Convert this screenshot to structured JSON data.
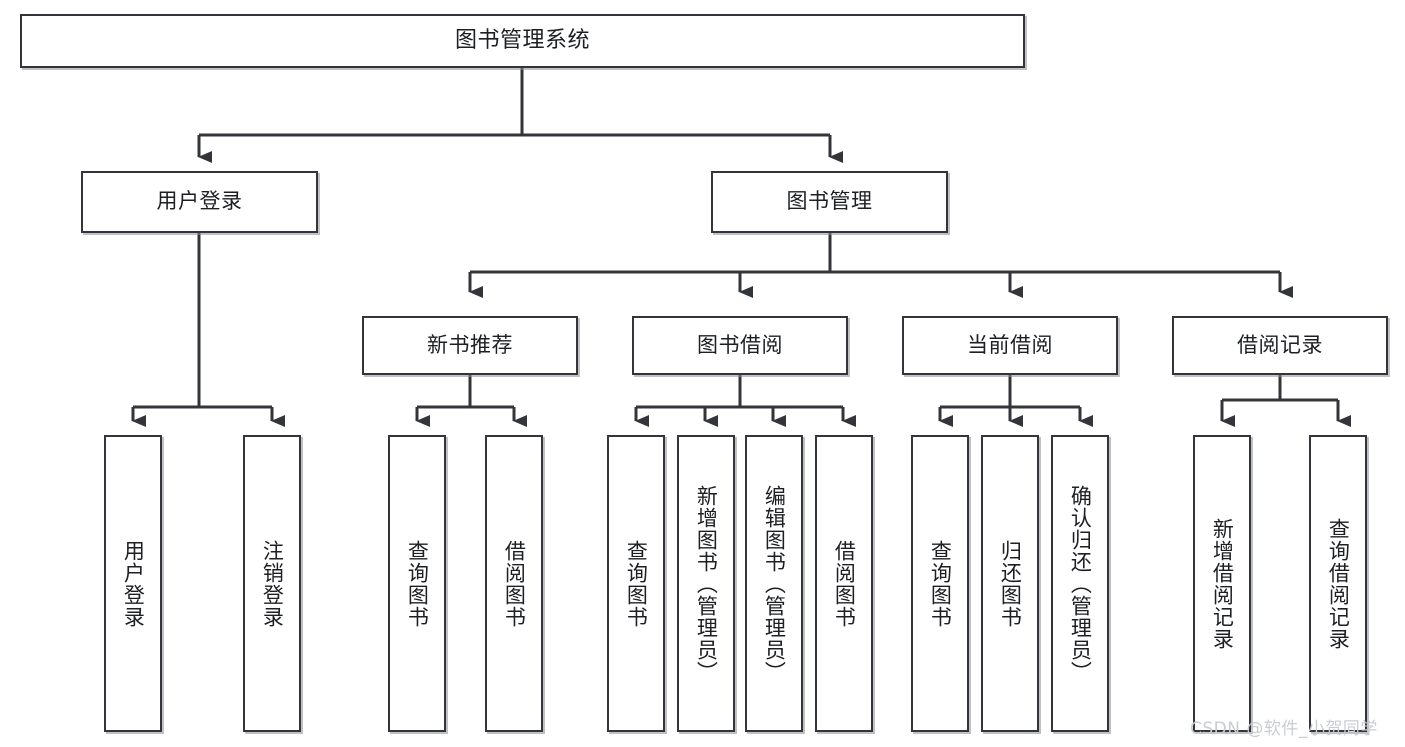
{
  "diagram": {
    "title": "图书管理系统",
    "watermark": "CSDN @软件_小贺同学",
    "colors": {
      "box_border": "#33353a",
      "box_fill": "#ffffff",
      "connector": "#33353a",
      "text": "#1d1f23",
      "watermark": "#c9ccd1",
      "background": "#ffffff"
    },
    "nodes": {
      "root": {
        "label": "图书管理系统",
        "level": 0,
        "orientation": "horizontal"
      },
      "level2": [
        {
          "id": "user-login",
          "label": "用户登录",
          "orientation": "horizontal"
        },
        {
          "id": "book-manage",
          "label": "图书管理",
          "orientation": "horizontal"
        }
      ],
      "level3": [
        {
          "id": "new-book-recommend",
          "label": "新书推荐",
          "orientation": "horizontal"
        },
        {
          "id": "book-borrow",
          "label": "图书借阅",
          "orientation": "horizontal"
        },
        {
          "id": "current-borrow",
          "label": "当前借阅",
          "orientation": "horizontal"
        },
        {
          "id": "borrow-record",
          "label": "借阅记录",
          "orientation": "horizontal"
        }
      ],
      "leaves": {
        "user_login": [
          {
            "id": "leaf-user-login",
            "label": "用户登录",
            "orientation": "vertical"
          },
          {
            "id": "leaf-logout-login",
            "label": "注销登录",
            "orientation": "vertical"
          }
        ],
        "new_book_recommend": [
          {
            "id": "leaf-query-book-1",
            "label": "查询图书",
            "orientation": "vertical"
          },
          {
            "id": "leaf-borrow-book-1",
            "label": "借阅图书",
            "orientation": "vertical"
          }
        ],
        "book_borrow": [
          {
            "id": "leaf-query-book-2",
            "label": "查询图书",
            "orientation": "vertical"
          },
          {
            "id": "leaf-add-book",
            "label": "新增图书（管理员）",
            "orientation": "vertical"
          },
          {
            "id": "leaf-edit-book",
            "label": "编辑图书（管理员）",
            "orientation": "vertical"
          },
          {
            "id": "leaf-borrow-book-2",
            "label": "借阅图书",
            "orientation": "vertical"
          }
        ],
        "current_borrow": [
          {
            "id": "leaf-query-book-3",
            "label": "查询图书",
            "orientation": "vertical"
          },
          {
            "id": "leaf-return-book",
            "label": "归还图书",
            "orientation": "vertical"
          },
          {
            "id": "leaf-confirm-return",
            "label": "确认归还（管理员）",
            "orientation": "vertical"
          }
        ],
        "borrow_record": [
          {
            "id": "leaf-add-borrow-record",
            "label": "新增借阅记录",
            "orientation": "vertical"
          },
          {
            "id": "leaf-query-borrow-record",
            "label": "查询借阅记录",
            "orientation": "vertical"
          }
        ]
      }
    }
  }
}
